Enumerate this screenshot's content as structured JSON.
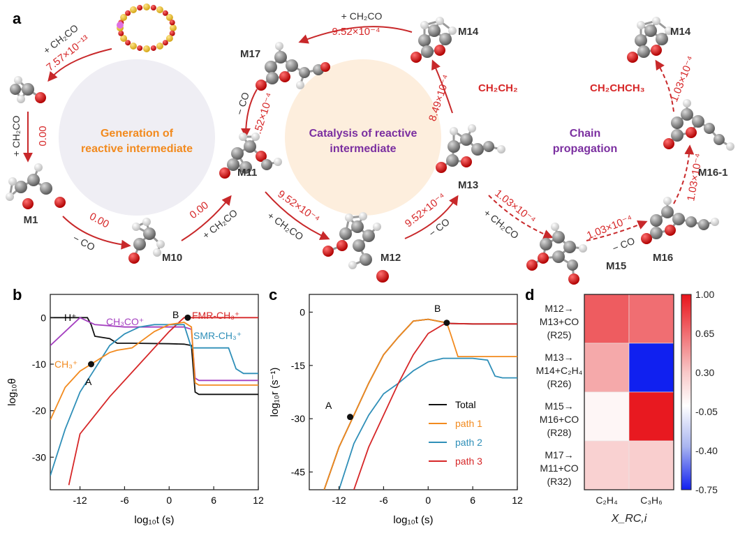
{
  "panels": {
    "a": "a",
    "b": "b",
    "c": "c",
    "d": "d"
  },
  "colors": {
    "red": "#d62728",
    "orange": "#f28a1e",
    "purple": "#7b2fa0",
    "blue": "#2f8fb8",
    "black": "#111111"
  },
  "panel_a": {
    "zone_left": [
      "Generation of",
      "reactive intermediate"
    ],
    "zone_mid": [
      "Catalysis of reactive",
      "intermediate"
    ],
    "zone_right": [
      "Chain",
      "propagation"
    ],
    "molecules": {
      "m1": "M1",
      "m10": "M10",
      "m11": "M11",
      "m12": "M12",
      "m13": "M13",
      "m14a": "M14",
      "m14b": "M14",
      "m15": "M15",
      "m16": "M16",
      "m161": "M16-1",
      "m17": "M17"
    },
    "products": {
      "ethylene": "CH₂CH₂",
      "propylene": "CH₂CHCH₃"
    },
    "reagents": {
      "ketene": "+ CH₂CO",
      "co": "− CO"
    },
    "rates": {
      "r1": "7.57×10⁻¹³",
      "r2": "0.00",
      "r3": "0.00",
      "r4": "0.00",
      "r5": "9.52×10⁻⁴",
      "r6": "9.52×10⁻⁴",
      "r7": "9.52×10⁻⁴",
      "r8": "9.52×10⁻⁴",
      "r9": "8.49×10⁻⁴",
      "r10": "1.03×10⁻⁴",
      "r11": "1.03×10⁻⁴",
      "r12": "1.03×10⁻⁴",
      "r13": "1.03×10⁻⁴"
    }
  },
  "panel_b": {
    "ylabel": "log₁₀θ",
    "xlabel": "log₁₀t (s)",
    "xticks": [
      "-12",
      "-6",
      "0",
      "6",
      "12"
    ],
    "yticks": [
      "0",
      "-10",
      "-20",
      "-30"
    ],
    "labels": {
      "h": "H⁺",
      "ch3co": "CH₃CO⁺",
      "fmr": "FMR-CH₃⁺",
      "smr": "SMR-CH₃⁺",
      "ch3": "CH₃⁺",
      "A": "A",
      "B": "B"
    }
  },
  "panel_c": {
    "ylabel": "log₁₀r (s⁻¹)",
    "xlabel": "log₁₀t (s)",
    "xticks": [
      "-12",
      "-6",
      "0",
      "6",
      "12"
    ],
    "yticks": [
      "0",
      "-15",
      "-30",
      "-45"
    ],
    "labels": {
      "A": "A",
      "B": "B"
    },
    "legend": [
      "Total",
      "path 1",
      "path 2",
      "path 3"
    ]
  },
  "panel_d": {
    "xlabel": "X_RC,i",
    "cols": [
      "C₂H₄",
      "C₃H₆"
    ],
    "rows": [
      {
        "l1": "M12→",
        "l2": "M13+CO",
        "l3": "(R25)"
      },
      {
        "l1": "M13→",
        "l2": "M14+C₂H₄",
        "l3": "(R26)"
      },
      {
        "l1": "M15→",
        "l2": "M16+CO",
        "l3": "(R28)"
      },
      {
        "l1": "M17→",
        "l2": "M11+CO",
        "l3": "(R32)"
      }
    ],
    "colorbar_ticks": [
      "1.00",
      "0.65",
      "0.30",
      "-0.05",
      "-0.40",
      "-0.75"
    ]
  },
  "chart_data": [
    {
      "type": "line",
      "title": "",
      "xlabel": "log10 t (s)",
      "ylabel": "log10 θ",
      "xlim": [
        -16,
        12
      ],
      "ylim": [
        -37,
        5
      ],
      "series": [
        {
          "name": "H⁺",
          "color": "#111111",
          "x": [
            -16,
            -11,
            -10.5,
            -10,
            -8,
            -7,
            -5,
            0,
            2,
            3,
            3.5,
            4,
            6,
            12
          ],
          "y": [
            0,
            0,
            -1.5,
            -4,
            -4.5,
            -5.5,
            -5.5,
            -5.6,
            -5.7,
            -6,
            -16,
            -16.5,
            -16.5,
            -16.5
          ]
        },
        {
          "name": "CH₃CO⁺",
          "color": "#a43fc0",
          "x": [
            -16,
            -14,
            -12,
            -10,
            -6,
            0,
            2,
            3,
            3.5,
            4,
            6,
            12
          ],
          "y": [
            -6,
            -3,
            0,
            -1.5,
            -2,
            -2,
            -2,
            -2.5,
            -13,
            -13.5,
            -13.5,
            -13.5
          ]
        },
        {
          "name": "FMR-CH₃⁺",
          "color": "#d62728",
          "x": [
            -13.5,
            -12,
            -8,
            -4,
            0,
            2,
            2.5,
            12
          ],
          "y": [
            -36,
            -25,
            -17,
            -10,
            -3,
            0,
            0,
            0
          ]
        },
        {
          "name": "SMR-CH₃⁺",
          "color": "#2f8fb8",
          "x": [
            -16,
            -14,
            -12,
            -10,
            -8,
            -6,
            -4,
            -2,
            0,
            2,
            3,
            4,
            8,
            9,
            10,
            12
          ],
          "y": [
            -34,
            -24,
            -16,
            -11,
            -6,
            -3.5,
            -2,
            -1.5,
            -1.5,
            -1.5,
            -6.5,
            -6.5,
            -6.5,
            -11,
            -12,
            -12
          ]
        },
        {
          "name": "CH₃⁺",
          "color": "#f28a1e",
          "x": [
            -16,
            -14,
            -12,
            -10.5,
            -8,
            -7,
            -5,
            -2,
            0,
            2,
            3,
            3.5,
            4,
            6,
            12
          ],
          "y": [
            -22,
            -15,
            -11.5,
            -10,
            -7.5,
            -7,
            -6.5,
            -3,
            -1.5,
            -1,
            -2,
            -14,
            -14.5,
            -14.5,
            -14.5
          ]
        }
      ],
      "points": [
        {
          "label": "A",
          "x": -10.5,
          "y": -10
        },
        {
          "label": "B",
          "x": 2.5,
          "y": 0
        }
      ]
    },
    {
      "type": "line",
      "title": "",
      "xlabel": "log10 t (s)",
      "ylabel": "log10 r (s⁻¹)",
      "xlim": [
        -16,
        12
      ],
      "ylim": [
        -50,
        5
      ],
      "series": [
        {
          "name": "Total",
          "color": "#111111",
          "x": [
            -14,
            -12,
            -10,
            -8,
            -6,
            -4,
            -2,
            0,
            2,
            2.5,
            3,
            6,
            12
          ],
          "y": [
            -50,
            -38,
            -29,
            -20,
            -12,
            -7,
            -2.5,
            -2,
            -2.8,
            -3,
            -3.2,
            -3.3,
            -3.3
          ]
        },
        {
          "name": "path 1",
          "color": "#f28a1e",
          "x": [
            -14,
            -12,
            -10,
            -8,
            -6,
            -4,
            -2,
            0,
            2,
            2.5,
            3,
            4,
            6,
            12
          ],
          "y": [
            -50,
            -38,
            -29,
            -20,
            -12,
            -7,
            -2.5,
            -2,
            -2.8,
            -3,
            -6,
            -12.5,
            -12.5,
            -12.5
          ]
        },
        {
          "name": "path 2",
          "color": "#2f8fb8",
          "x": [
            -12,
            -10,
            -8,
            -6,
            -4,
            -2,
            0,
            2,
            3,
            6,
            8,
            9,
            10,
            12
          ],
          "y": [
            -50,
            -37,
            -29,
            -23,
            -20,
            -16.5,
            -14,
            -13,
            -13,
            -13,
            -13.5,
            -18,
            -18.5,
            -18.5
          ]
        },
        {
          "name": "path 3",
          "color": "#d62728",
          "x": [
            -10,
            -8,
            -6,
            -4,
            -2,
            0,
            2,
            2.5,
            3,
            6,
            12
          ],
          "y": [
            -50,
            -38,
            -29,
            -20,
            -12,
            -6,
            -3.5,
            -3,
            -3.2,
            -3.3,
            -3.3
          ]
        }
      ],
      "points": [
        {
          "label": "A",
          "x": -10.5,
          "y": -29.5
        },
        {
          "label": "B",
          "x": 2.5,
          "y": -3
        }
      ]
    },
    {
      "type": "heatmap",
      "title": "",
      "xlabel": "X_RC,i",
      "columns": [
        "C₂H₄",
        "C₃H₆"
      ],
      "rows": [
        "M12→M13+CO (R25)",
        "M13→M14+C₂H₄ (R26)",
        "M15→M16+CO (R28)",
        "M17→M11+CO (R32)"
      ],
      "values": [
        [
          0.72,
          0.65
        ],
        [
          0.42,
          -0.75
        ],
        [
          0.05,
          0.98
        ],
        [
          0.25,
          0.27
        ]
      ],
      "vlim": [
        -0.75,
        1.0
      ]
    }
  ]
}
